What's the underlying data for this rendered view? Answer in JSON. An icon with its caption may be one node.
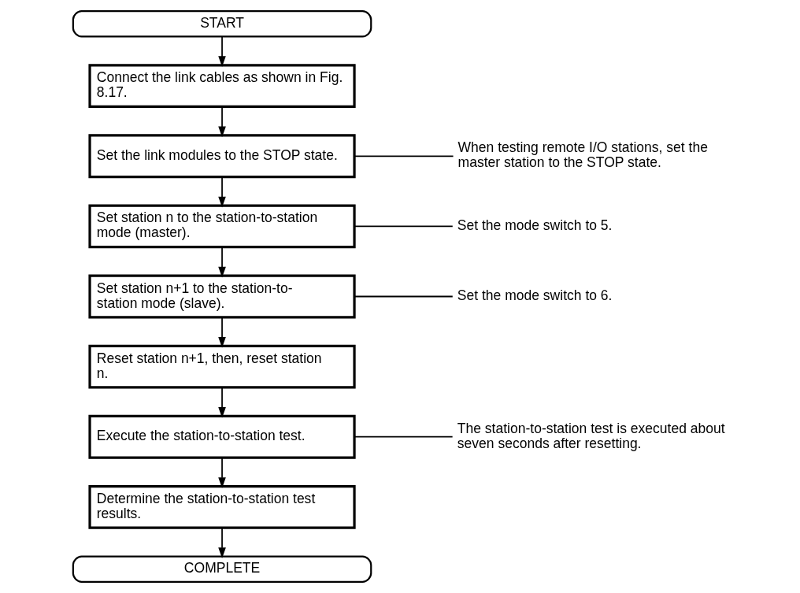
{
  "diagram": {
    "nodes": [
      {
        "text": [
          "START"
        ]
      },
      {
        "text": [
          "Connect the link cables as shown in Fig. 8.17."
        ]
      },
      {
        "text": [
          "Set the link modules to the STOP state."
        ]
      },
      {
        "text": [
          "Set station n to the station-to-station mode (master)."
        ]
      },
      {
        "text": [
          "Set station n+1 to the station-to-station mode (slave)."
        ]
      },
      {
        "text": [
          "Reset station n+1, then, reset station n."
        ]
      },
      {
        "text": [
          "Execute the station-to-station test."
        ]
      },
      {
        "text": [
          "Determine the station-to-station test results."
        ]
      },
      {
        "text": [
          "COMPLETE"
        ]
      },
      {
        "text": [
          "When testing remote I/O stations, set the master station to the STOP state."
        ]
      },
      {
        "text": [
          "Set the mode switch to 5."
        ]
      },
      {
        "text": [
          "Set the mode switch to 6."
        ]
      },
      {
        "text": [
          "The station-to-station test is executed about seven seconds after resetting."
        ]
      }
    ],
    "edges": [
      {
        "from": 0,
        "to": 1,
        "arrow": "to"
      },
      {
        "from": 1,
        "to": 2,
        "arrow": "to"
      },
      {
        "from": 2,
        "to": 3,
        "arrow": "to"
      },
      {
        "from": 3,
        "to": 4,
        "arrow": "to"
      },
      {
        "from": 4,
        "to": 5,
        "arrow": "to"
      },
      {
        "from": 5,
        "to": 6,
        "arrow": "to"
      },
      {
        "from": 6,
        "to": 7,
        "arrow": "to"
      },
      {
        "from": 7,
        "to": 8,
        "arrow": "to"
      },
      {
        "from": 2,
        "to": 9,
        "arrow": "none"
      },
      {
        "from": 3,
        "to": 10,
        "arrow": "none"
      },
      {
        "from": 4,
        "to": 11,
        "arrow": "none"
      },
      {
        "from": 6,
        "to": 12,
        "arrow": "none"
      }
    ]
  }
}
